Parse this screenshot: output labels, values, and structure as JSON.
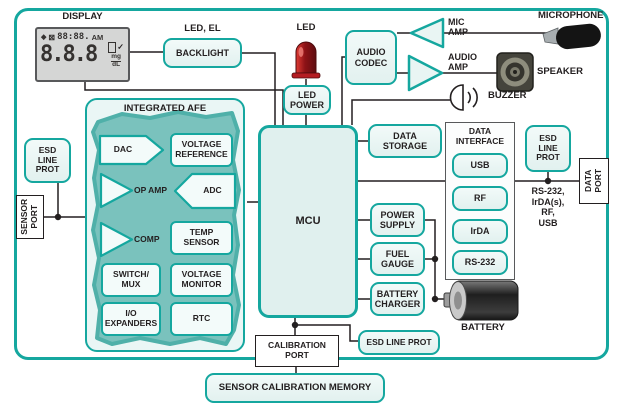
{
  "colors": {
    "accent_teal": "#15a79f",
    "line_black": "#231f20",
    "blob_teal": "#7ac2bd",
    "led_red": "#c8202a",
    "lcd_gray": "#d5d6d5"
  },
  "labels": {
    "display": "DISPLAY",
    "led_el": "LED, EL",
    "led": "LED",
    "microphone": "MICROPHONE",
    "speaker": "SPEAKER",
    "buzzer": "BUZZER",
    "battery": "BATTERY",
    "mic_amp": [
      "MIC",
      "AMP"
    ],
    "audio_amp": [
      "AUDIO",
      "AMP"
    ],
    "interface_note": [
      "RS-232,",
      "IrDA(s),",
      "RF,",
      "USB"
    ]
  },
  "display_unit": {
    "icon_drop": "◆",
    "icon_box": "⊠",
    "time": "88:88.",
    "ampm": "AM",
    "reading": "8.8.8",
    "check": "✓",
    "unit_num": "mg",
    "unit_den": "dL"
  },
  "blocks": {
    "backlight": "BACKLIGHT",
    "led_power": [
      "LED",
      "POWER"
    ],
    "audio_codec": [
      "AUDIO",
      "CODEC"
    ],
    "mcu": "MCU",
    "data_storage": [
      "DATA",
      "STORAGE"
    ],
    "power_supply": [
      "POWER",
      "SUPPLY"
    ],
    "fuel_gauge": [
      "FUEL",
      "GAUGE"
    ],
    "battery_charger": [
      "BATTERY",
      "CHARGER"
    ],
    "esd_left": [
      "ESD",
      "LINE",
      "PROT"
    ],
    "esd_right": [
      "ESD",
      "LINE",
      "PROT"
    ],
    "esd_bottom": "ESD LINE PROT",
    "sensor_cal_memory": "SENSOR CALIBRATION MEMORY"
  },
  "afe": {
    "title": "INTEGRATED AFE",
    "dac": "DAC",
    "voltage_reference": [
      "VOLTAGE",
      "REFERENCE"
    ],
    "op_amp": "OP AMP",
    "adc": "ADC",
    "comp": "COMP",
    "temp_sensor": [
      "TEMP",
      "SENSOR"
    ],
    "switch_mux": [
      "SWITCH/",
      "MUX"
    ],
    "voltage_monitor": [
      "VOLTAGE",
      "MONITOR"
    ],
    "io_expanders": [
      "I/O",
      "EXPANDERS"
    ],
    "rtc": "RTC"
  },
  "data_interface": {
    "title": [
      "DATA",
      "INTERFACE"
    ],
    "items": [
      "USB",
      "RF",
      "IrDA",
      "RS-232"
    ]
  },
  "ports": {
    "sensor": [
      "SENSOR",
      "PORT"
    ],
    "data": [
      "DATA",
      "PORT"
    ],
    "calibration": [
      "CALIBRATION",
      "PORT"
    ]
  }
}
